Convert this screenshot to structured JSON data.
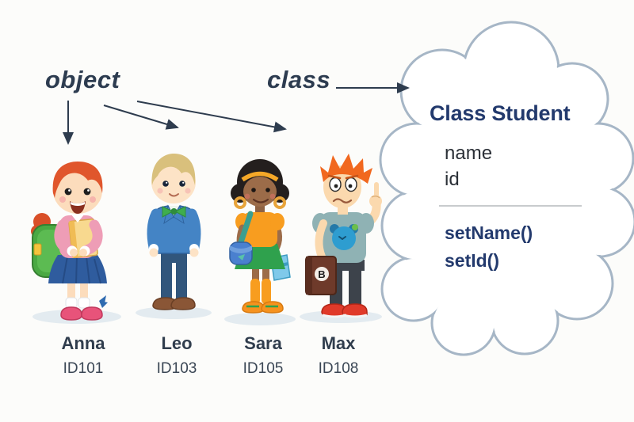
{
  "labels": {
    "object": "object",
    "class": "class"
  },
  "class_card": {
    "title": "Class Student",
    "attributes": [
      "name",
      "id"
    ],
    "methods": [
      "setName()",
      "setId()"
    ]
  },
  "students": [
    {
      "name": "Anna",
      "id": "ID101",
      "icon": "girl-red-hair-backpack-icon"
    },
    {
      "name": "Leo",
      "id": "ID103",
      "icon": "boy-blond-blazer-icon"
    },
    {
      "name": "Sara",
      "id": "ID105",
      "icon": "girl-curly-hair-orange-shirt-icon"
    },
    {
      "name": "Max",
      "id": "ID108",
      "icon": "boy-orange-spiky-hair-icon",
      "book_letter": "B"
    }
  ],
  "colors": {
    "background": "#fcfcfa",
    "arrow": "#2e3c4e",
    "concept_label_text": "#2d3c50",
    "class_title_text": "#233a6d",
    "attribute_text": "#2b3037",
    "cloud_outline": "#a6b6c6",
    "student_name_text": "#303d4d"
  }
}
